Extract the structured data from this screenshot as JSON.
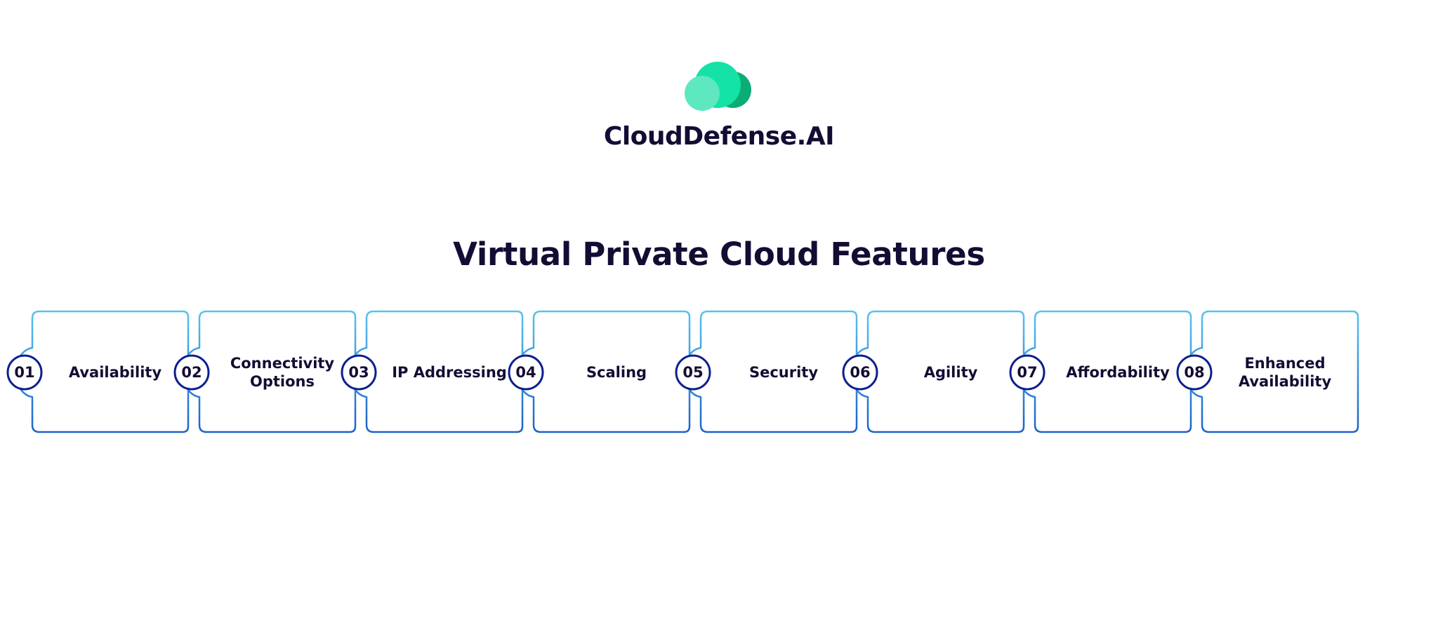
{
  "brand": {
    "name": "CloudDefense.AI",
    "colors": {
      "cloud_light": "#5de8bf",
      "cloud_mid": "#14e2a6",
      "cloud_dark": "#0cad75",
      "text": "#140c33"
    }
  },
  "page": {
    "title": "Virtual Private Cloud Features"
  },
  "colors": {
    "outline_light": "#56c3ef",
    "outline_dark": "#1b62c8",
    "badge_ring": "#0c1f8e"
  },
  "features": [
    {
      "number": "01",
      "label": "Availability"
    },
    {
      "number": "02",
      "label": "Connectivity\nOptions"
    },
    {
      "number": "03",
      "label": "IP Addressing"
    },
    {
      "number": "04",
      "label": "Scaling"
    },
    {
      "number": "05",
      "label": "Security"
    },
    {
      "number": "06",
      "label": "Agility"
    },
    {
      "number": "07",
      "label": "Affordability"
    },
    {
      "number": "08",
      "label": "Enhanced\nAvailability"
    }
  ]
}
